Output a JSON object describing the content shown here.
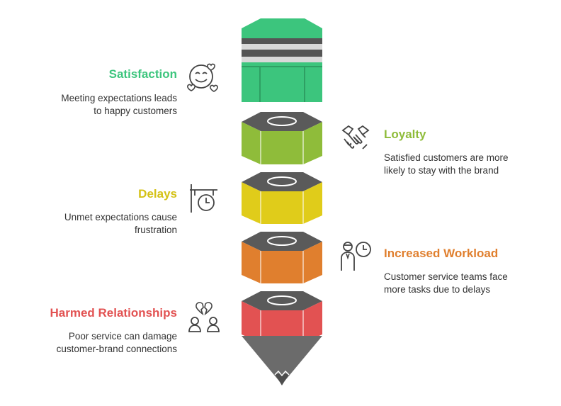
{
  "colors": {
    "satisfaction": "#3cc57d",
    "loyalty": "#8fbc3a",
    "delays": "#e0cc1a",
    "workload": "#e07f2e",
    "harmed": "#e25252",
    "cap": "#6b6b6b",
    "cap_dark": "#4e4e4e",
    "icon": "#444444"
  },
  "items": [
    {
      "title": "Satisfaction",
      "description": [
        "Meeting expectations leads",
        "to happy customers"
      ],
      "icon": "smiling-face-hearts-icon"
    },
    {
      "title": "Loyalty",
      "description": [
        "Satisfied customers are more",
        "likely to stay with the brand"
      ],
      "icon": "handshake-icon"
    },
    {
      "title": "Delays",
      "description": [
        "Unmet expectations cause",
        "frustration"
      ],
      "icon": "hanging-clock-sign-icon"
    },
    {
      "title": "Increased Workload",
      "description": [
        "Customer service teams face",
        "more tasks due to delays"
      ],
      "icon": "person-clock-icon"
    },
    {
      "title": "Harmed Relationships",
      "description": [
        "Poor service can damage",
        "customer-brand connections"
      ],
      "icon": "broken-heart-people-icon"
    }
  ]
}
